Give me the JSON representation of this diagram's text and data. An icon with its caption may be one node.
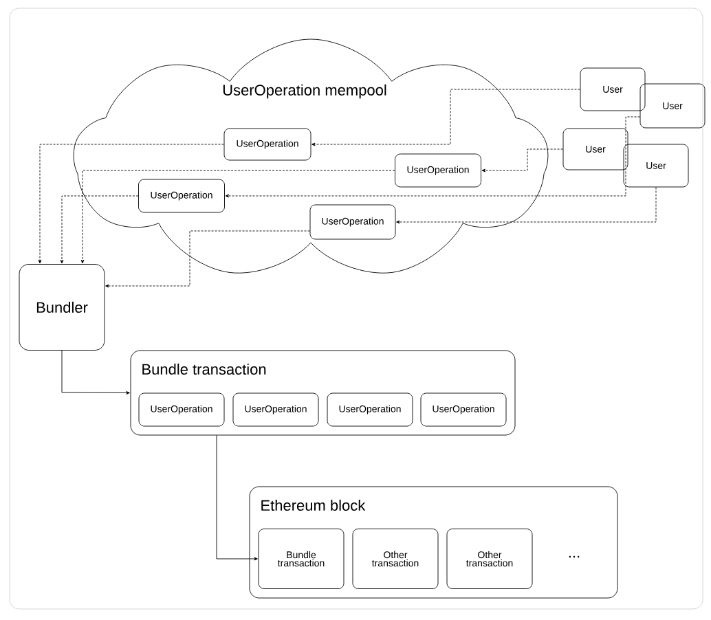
{
  "diagram": {
    "nodes": [
      {
        "text": [
          "UserOperation mempool"
        ]
      },
      {
        "text": [
          "UserOperation"
        ],
        "in": 0
      },
      {
        "text": [
          "UserOperation"
        ],
        "in": 0
      },
      {
        "text": [
          "UserOperation"
        ],
        "in": 0
      },
      {
        "text": [
          "UserOperation"
        ],
        "in": 0
      },
      {
        "text": [
          "User"
        ]
      },
      {
        "text": [
          "User"
        ]
      },
      {
        "text": [
          "User"
        ]
      },
      {
        "text": [
          "User"
        ]
      },
      {
        "text": [
          "Bundler"
        ]
      },
      {
        "text": [
          "Bundle transaction"
        ]
      },
      {
        "text": [
          "UserOperation"
        ],
        "in": 10
      },
      {
        "text": [
          "UserOperation"
        ],
        "in": 10
      },
      {
        "text": [
          "UserOperation"
        ],
        "in": 10
      },
      {
        "text": [
          "UserOperation"
        ],
        "in": 10
      },
      {
        "text": [
          "Ethereum block"
        ]
      },
      {
        "text": [
          "Bundle transaction"
        ],
        "in": 15
      },
      {
        "text": [
          "Other transaction"
        ],
        "in": 15
      },
      {
        "text": [
          "Other transaction"
        ],
        "in": 15
      }
    ],
    "edges": [
      {
        "from": 5,
        "to": 1,
        "arrow": "to",
        "style": "dashed"
      },
      {
        "from": 7,
        "to": 2,
        "arrow": "to",
        "style": "dashed"
      },
      {
        "from": 6,
        "to": 3,
        "arrow": "to",
        "style": "dashed"
      },
      {
        "from": 8,
        "to": 4,
        "arrow": "to",
        "style": "dashed"
      },
      {
        "from": 1,
        "to": 9,
        "arrow": "to",
        "style": "dashed"
      },
      {
        "from": 2,
        "to": 9,
        "arrow": "to",
        "style": "dashed"
      },
      {
        "from": 3,
        "to": 9,
        "arrow": "to",
        "style": "dashed"
      },
      {
        "from": 4,
        "to": 9,
        "arrow": "to",
        "style": "dashed"
      },
      {
        "from": 9,
        "to": 10,
        "arrow": "to"
      },
      {
        "from": 10,
        "to": 16,
        "arrow": "to"
      }
    ],
    "labels": [
      "..."
    ]
  }
}
